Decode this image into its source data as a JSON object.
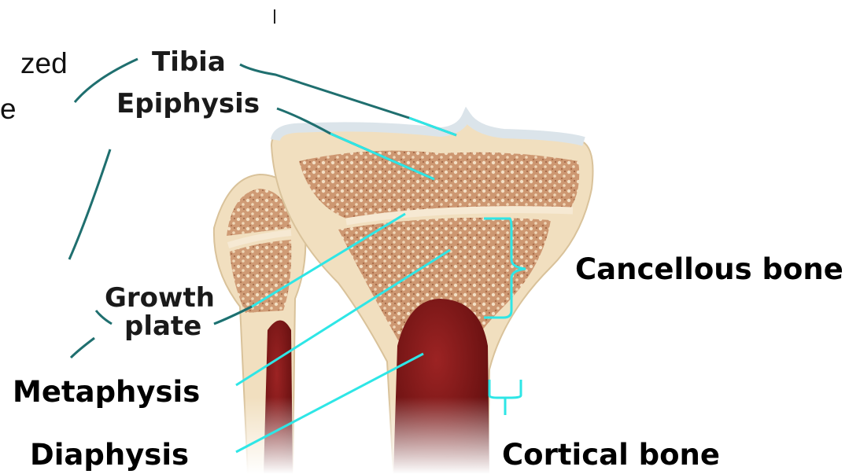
{
  "diagram": {
    "fragment_text": [
      "zed",
      "e"
    ],
    "labels": {
      "tibia": "Tibia",
      "epiphysis": "Epiphysis",
      "growth_plate_line1": "Growth",
      "growth_plate_line2": "plate",
      "cancellous_bone": "Cancellous bone",
      "metaphysis": "Metaphysis",
      "diaphysis": "Diaphysis",
      "cortical_bone": "Cortical bone"
    },
    "colors": {
      "leader_line": "#2ee6e6",
      "dark_leader": "#1f6f6f",
      "bone_outer": "#f1dfbf",
      "spongy": "#b07a55",
      "marrow": "#7a1414",
      "cartilage": "#dbe4ea"
    }
  }
}
